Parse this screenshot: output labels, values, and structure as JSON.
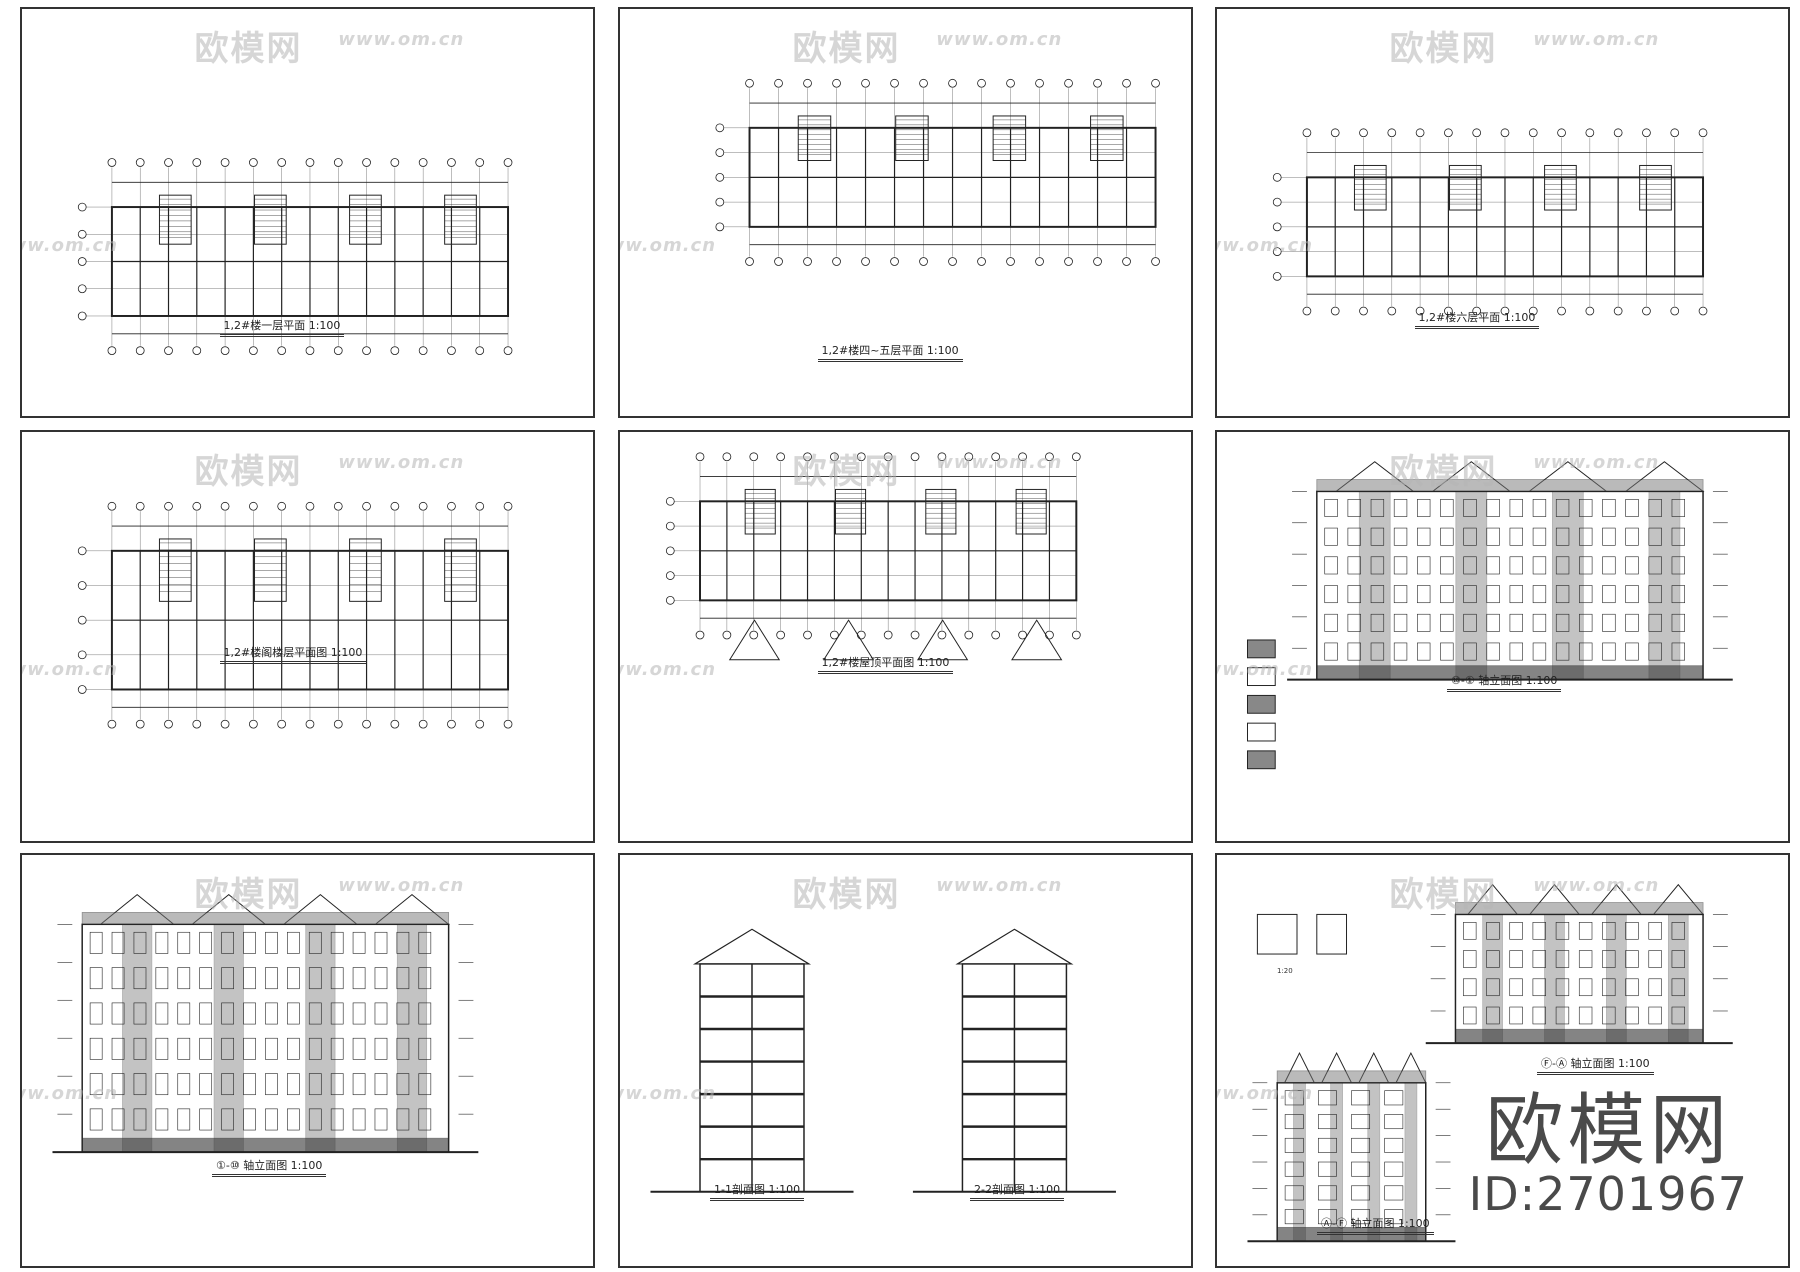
{
  "sheets": [
    {
      "title": "1,2#楼一层平面 1:100",
      "kind": "plan"
    },
    {
      "title": "1,2#楼四~五层平面 1:100",
      "kind": "plan"
    },
    {
      "title": "1,2#楼六层平面 1:100",
      "kind": "plan"
    },
    {
      "title": "1,2#楼阁楼层平面图 1:100",
      "kind": "plan"
    },
    {
      "title": "1,2#楼屋顶平面图 1:100",
      "kind": "roof"
    },
    {
      "title": "⑩-① 轴立面图 1:100",
      "kind": "elevation"
    },
    {
      "title": "①-⑩ 轴立面图 1:100",
      "kind": "elevation"
    },
    {
      "title": "1-1剖面图 1:100",
      "title2": "2-2剖面图 1:100",
      "kind": "section"
    },
    {
      "title": "Ⓐ-Ⓕ 轴立面图 1:100",
      "title2": "Ⓕ-Ⓐ 轴立面图 1:100",
      "detail": "1:20",
      "kind": "side"
    }
  ],
  "watermark": {
    "brand": "欧模网",
    "url": "www.om.cn"
  },
  "brand": {
    "name": "欧模网",
    "id": "ID:2701967"
  },
  "colors": {
    "line": "#222222",
    "watermark": "#b4b4b4",
    "brand": "#4a4a4a"
  }
}
